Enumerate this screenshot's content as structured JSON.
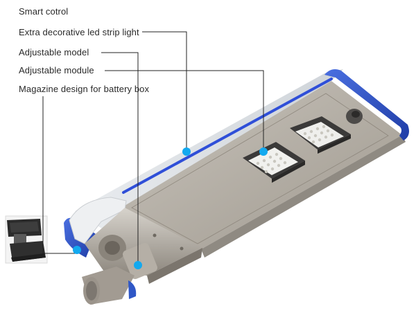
{
  "labels": {
    "smart_control": "Smart cotrol",
    "led_strip": "Extra decorative led strip light",
    "adjustable_model": "Adjustable model",
    "adjustable_module": "Adjustable module",
    "magazine_design": "Magazine design for battery box"
  },
  "colors": {
    "callout_dot": "#13a9ef",
    "accent_blue": "#2f4fd8",
    "end_cap_blue": "#2f57c6",
    "body_gray": "#a9a399",
    "body_light": "#cfcac3",
    "leader_line": "#222222"
  }
}
